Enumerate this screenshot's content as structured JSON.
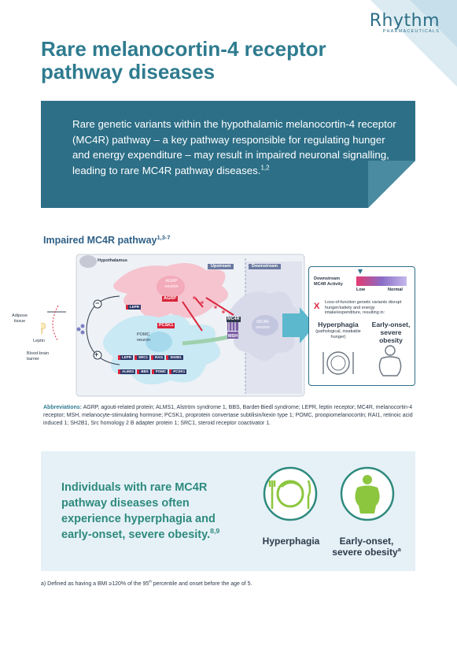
{
  "logo": {
    "word": "Rhythm",
    "sub": "PHARMACEUTICALS"
  },
  "page_title": "Rare melanocortin-4 receptor pathway diseases",
  "intro": {
    "text": "Rare genetic variants within the hypothalamic melanocortin-4 receptor (MC4R) pathway – a key pathway responsible for regulating hunger and energy expenditure – may result in impaired neuronal signalling, leading to rare MC4R pathway diseases.",
    "refs": "1,2"
  },
  "section": {
    "heading": "Impaired MC4R pathway",
    "refs": "1,3-7"
  },
  "diagram": {
    "hypothalamus": "Hypothalamus",
    "adipose_tissue": "Adipose tissue",
    "leptin": "Leptin",
    "blood_brain_barrier": "Blood-brain barrier",
    "agrp_neuron": "AGRP neuron",
    "agrp": "AGRP",
    "pomc_neuron": "POMC neuron",
    "pcsk1": "PCSK1",
    "mc4r": "MC4R",
    "msh": "MSH",
    "mc4r_neuron": "MC4R neuron",
    "upstream": "Upstream",
    "downstream": "Downstream",
    "minus": "−",
    "plus": "+",
    "chips_pomc": [
      "LEPR",
      "SRC1",
      "RAI1",
      "SH2B1",
      "ALMS1",
      "BBS",
      "POMC",
      "PCSK1"
    ],
    "chips_agrp": [
      "LEPR"
    ]
  },
  "panel": {
    "activity_label": "Downstream MC4R Activity",
    "low": "Low",
    "normal": "Normal",
    "loss_text": "Loss-of-function genetic variants disrupt hunger/satiety and energy intake/expenditure, resulting in:",
    "x_mark": "X",
    "hyperphagia": "Hyperphagia",
    "hyperphagia_sub": "(pathological, insatiable hunger)",
    "obesity": "Early-onset, severe obesity"
  },
  "abbreviations": {
    "heading": "Abbreviations:",
    "text": "AGRP, agouti-related protein; ALMS1, Alström syndrome 1, BBS, Bardet-Biedl syndrome; LEPR, leptin receptor; MC4R, melanocortin-4 receptor; MSH, melanocyte-stimulating hormone; PCSK1, proprotein convertase subtilisin/kexin type 1; POMC, proopiomelanocortin; RAI1, retinoic acid induced 1; SH2B1, Src homology 2 B adapter protein 1; SRC1, steroid receptor coactivator 1."
  },
  "bottom": {
    "headline": "Individuals with rare MC4R pathway diseases often experience hyperphagia and early-onset, severe obesity.",
    "refs": "8,9",
    "hyperphagia_label": "Hyperphagia",
    "obesity_label": "Early-onset, severe obesity",
    "obesity_mark": "a"
  },
  "footnote": {
    "lead": "a) Defined as having a BMI ≥120% of the 95",
    "th": "th",
    "tail": " percentile and onset before the age of 5."
  },
  "colors": {
    "teal": "#2d6f87",
    "title": "#2e7b8f",
    "green": "#8cc63f",
    "light_blue_bg": "#e5f1f7",
    "pink": "#f3a7b6",
    "red": "#d9253b"
  }
}
